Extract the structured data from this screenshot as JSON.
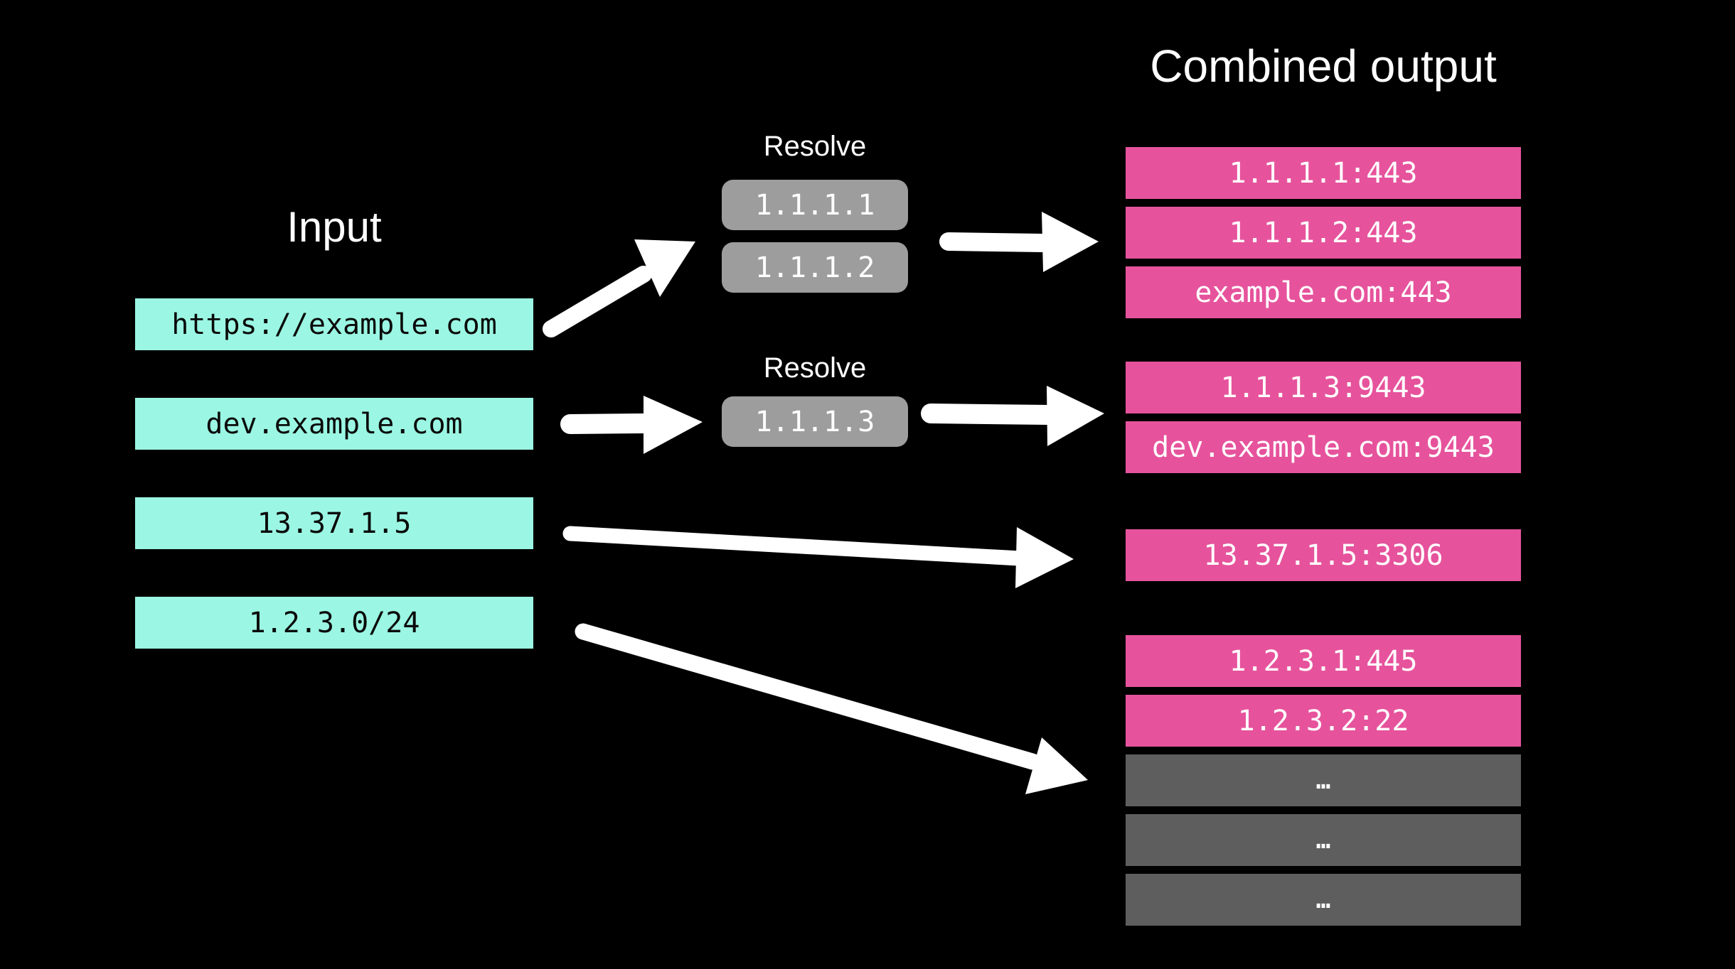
{
  "headings": {
    "input": "Input",
    "combined_output": "Combined output"
  },
  "input": {
    "items": [
      "https://example.com",
      "dev.example.com",
      "13.37.1.5",
      "1.2.3.0/24"
    ]
  },
  "resolve_groups": [
    {
      "label": "Resolve",
      "items": [
        "1.1.1.1",
        "1.1.1.2"
      ]
    },
    {
      "label": "Resolve",
      "items": [
        "1.1.1.3"
      ]
    }
  ],
  "output": {
    "groups": [
      {
        "rows": [
          {
            "text": "1.1.1.1:443",
            "style": "result"
          },
          {
            "text": "1.1.1.2:443",
            "style": "result"
          },
          {
            "text": "example.com:443",
            "style": "result"
          }
        ]
      },
      {
        "rows": [
          {
            "text": "1.1.1.3:9443",
            "style": "result"
          },
          {
            "text": "dev.example.com:9443",
            "style": "result"
          }
        ]
      },
      {
        "rows": [
          {
            "text": "13.37.1.5:3306",
            "style": "result"
          }
        ]
      },
      {
        "rows": [
          {
            "text": "1.2.3.1:445",
            "style": "result"
          },
          {
            "text": "1.2.3.2:22",
            "style": "result"
          },
          {
            "text": "…",
            "style": "more"
          },
          {
            "text": "…",
            "style": "more"
          },
          {
            "text": "…",
            "style": "more"
          }
        ]
      }
    ]
  },
  "icons": {
    "arrows": [
      "arrow-input1-to-resolve1",
      "arrow-resolve1-to-output-group1",
      "arrow-input2-to-resolve2",
      "arrow-resolve2-to-output-group2",
      "arrow-input3-to-output-group3",
      "arrow-input4-to-output-group4"
    ]
  },
  "colors": {
    "background": "#000000",
    "input_box": "#9BF7E3",
    "resolve_box": "#9D9D9D",
    "output_box": "#E6539C",
    "ellipsis_box": "#5E5E5E",
    "arrow": "#FFFFFF",
    "text_light": "#FFFFFF",
    "text_dark": "#0A0A0A"
  }
}
